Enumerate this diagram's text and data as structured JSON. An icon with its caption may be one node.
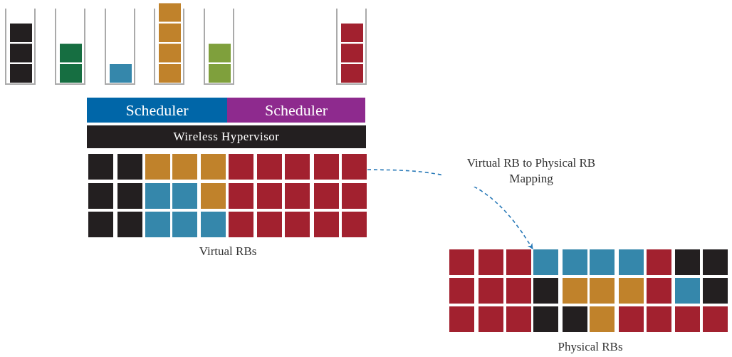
{
  "diagram": {
    "nodes": [
      {
        "text": [
          "Scheduler"
        ]
      },
      {
        "text": [
          "Scheduler"
        ]
      },
      {
        "text": [
          "Wireless Hypervisor"
        ]
      },
      {
        "text": [],
        "shape": "box",
        "beside": [
          "Virtual RBs"
        ]
      },
      {
        "text": [],
        "shape": "box",
        "beside": [
          "Physical RBs"
        ]
      }
    ],
    "edges": [
      {
        "from": 3,
        "to": 4,
        "arrow": "to",
        "label": "Virtual RB to Physical RB Mapping",
        "style": "dashed",
        "color": "#2a7ab8"
      }
    ]
  }
}
